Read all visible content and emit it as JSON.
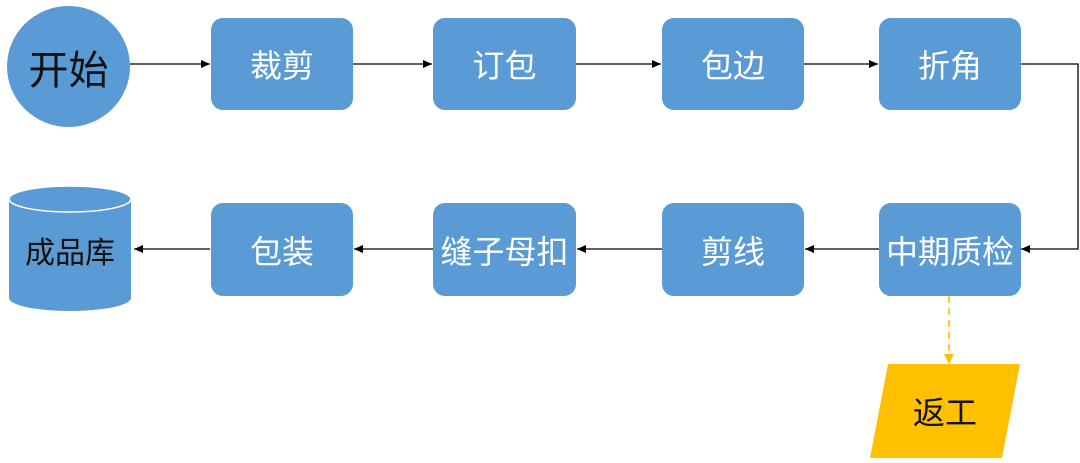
{
  "start": "开始",
  "steps_top": [
    "裁剪",
    "订包",
    "包边",
    "折角"
  ],
  "steps_bottom": [
    "中期质检",
    "剪线",
    "缝子母扣",
    "包装"
  ],
  "store": "成品库",
  "rework": "返工",
  "colors": {
    "box": "#5b9bd5",
    "rework": "#ffc000",
    "arrow": "#000000",
    "rework_arrow": "#ffc000"
  }
}
